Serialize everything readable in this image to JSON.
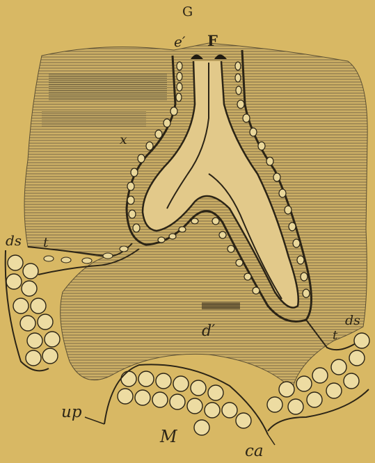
{
  "figure": {
    "labels": {
      "G": "G",
      "e_prime": "e′",
      "F": "F",
      "x": "x",
      "ds_left": "ds",
      "t_left": "t",
      "d_prime": "d′",
      "ds_right": "ds",
      "t_right": "t",
      "up": "up",
      "M": "M",
      "ca": "ca"
    },
    "colors": {
      "background": "#d8b864",
      "ink": "#2b2416",
      "hatch": "#7a6a45"
    }
  }
}
